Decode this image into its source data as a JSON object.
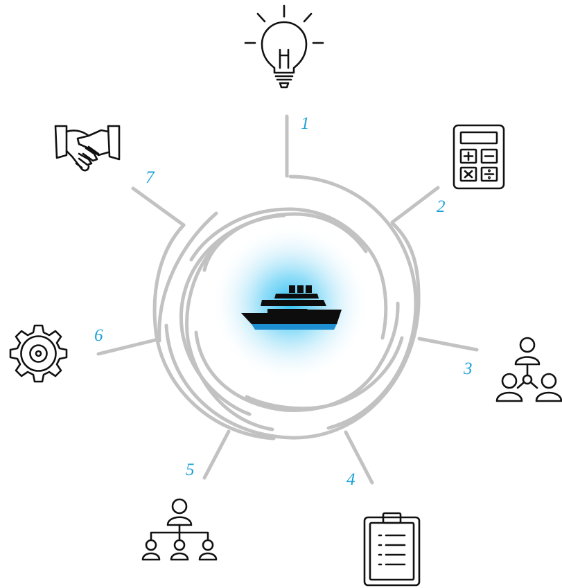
{
  "diagram": {
    "accent_color": "#1ba1d8",
    "line_color": "#c2c2c2",
    "icon_color": "#111111",
    "center": {
      "icon": "cruise-ship-icon"
    },
    "steps": [
      {
        "label": "1",
        "icon": "lightbulb-icon"
      },
      {
        "label": "2",
        "icon": "calculator-icon"
      },
      {
        "label": "3",
        "icon": "team-network-icon"
      },
      {
        "label": "4",
        "icon": "clipboard-icon"
      },
      {
        "label": "5",
        "icon": "org-chart-icon"
      },
      {
        "label": "6",
        "icon": "gear-icon"
      },
      {
        "label": "7",
        "icon": "handshake-icon"
      }
    ]
  }
}
